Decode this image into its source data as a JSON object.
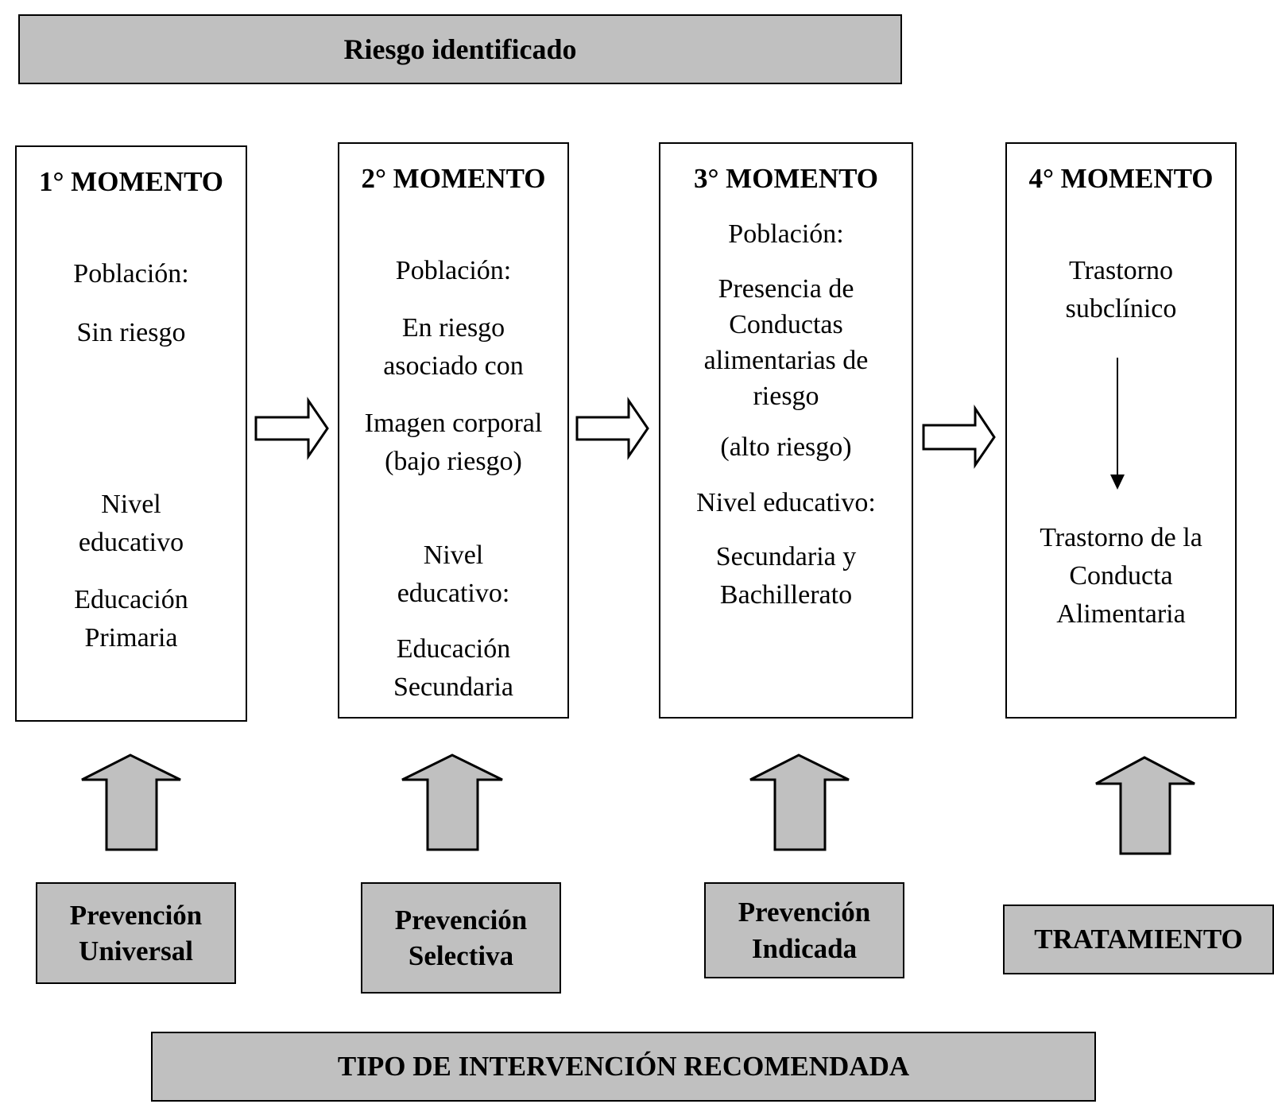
{
  "header": "Riesgo identificado",
  "moments": [
    {
      "heading": "1° MOMENTO",
      "population_label": "Población:",
      "population": "Sin riesgo",
      "level_label": "Nivel educativo",
      "level": "Educación Primaria"
    },
    {
      "heading": "2° MOMENTO",
      "population_label": "Población:",
      "population": "En riesgo asociado con",
      "detail": "Imagen corporal (bajo riesgo)",
      "level_label": "Nivel educativo:",
      "level": "Educación Secundaria"
    },
    {
      "heading": "3° MOMENTO",
      "population_label": "Población:",
      "population": "Presencia de Conductas alimentarias de riesgo",
      "detail": "(alto riesgo)",
      "level_label": "Nivel educativo:",
      "level": "Secundaria y Bachillerato"
    },
    {
      "heading": "4° MOMENTO",
      "top": "Trastorno subclínico",
      "bottom": "Trastorno de la Conducta Alimentaria"
    }
  ],
  "interventions": [
    "Prevención Universal",
    "Prevención Selectiva",
    "Prevención Indicada",
    "TRATAMIENTO"
  ],
  "footer": "TIPO DE INTERVENCIÓN RECOMENDADA",
  "colors": {
    "box_fill": "#c0c0c0",
    "arrow_fill": "#c0c0c0",
    "stroke": "#000000"
  }
}
